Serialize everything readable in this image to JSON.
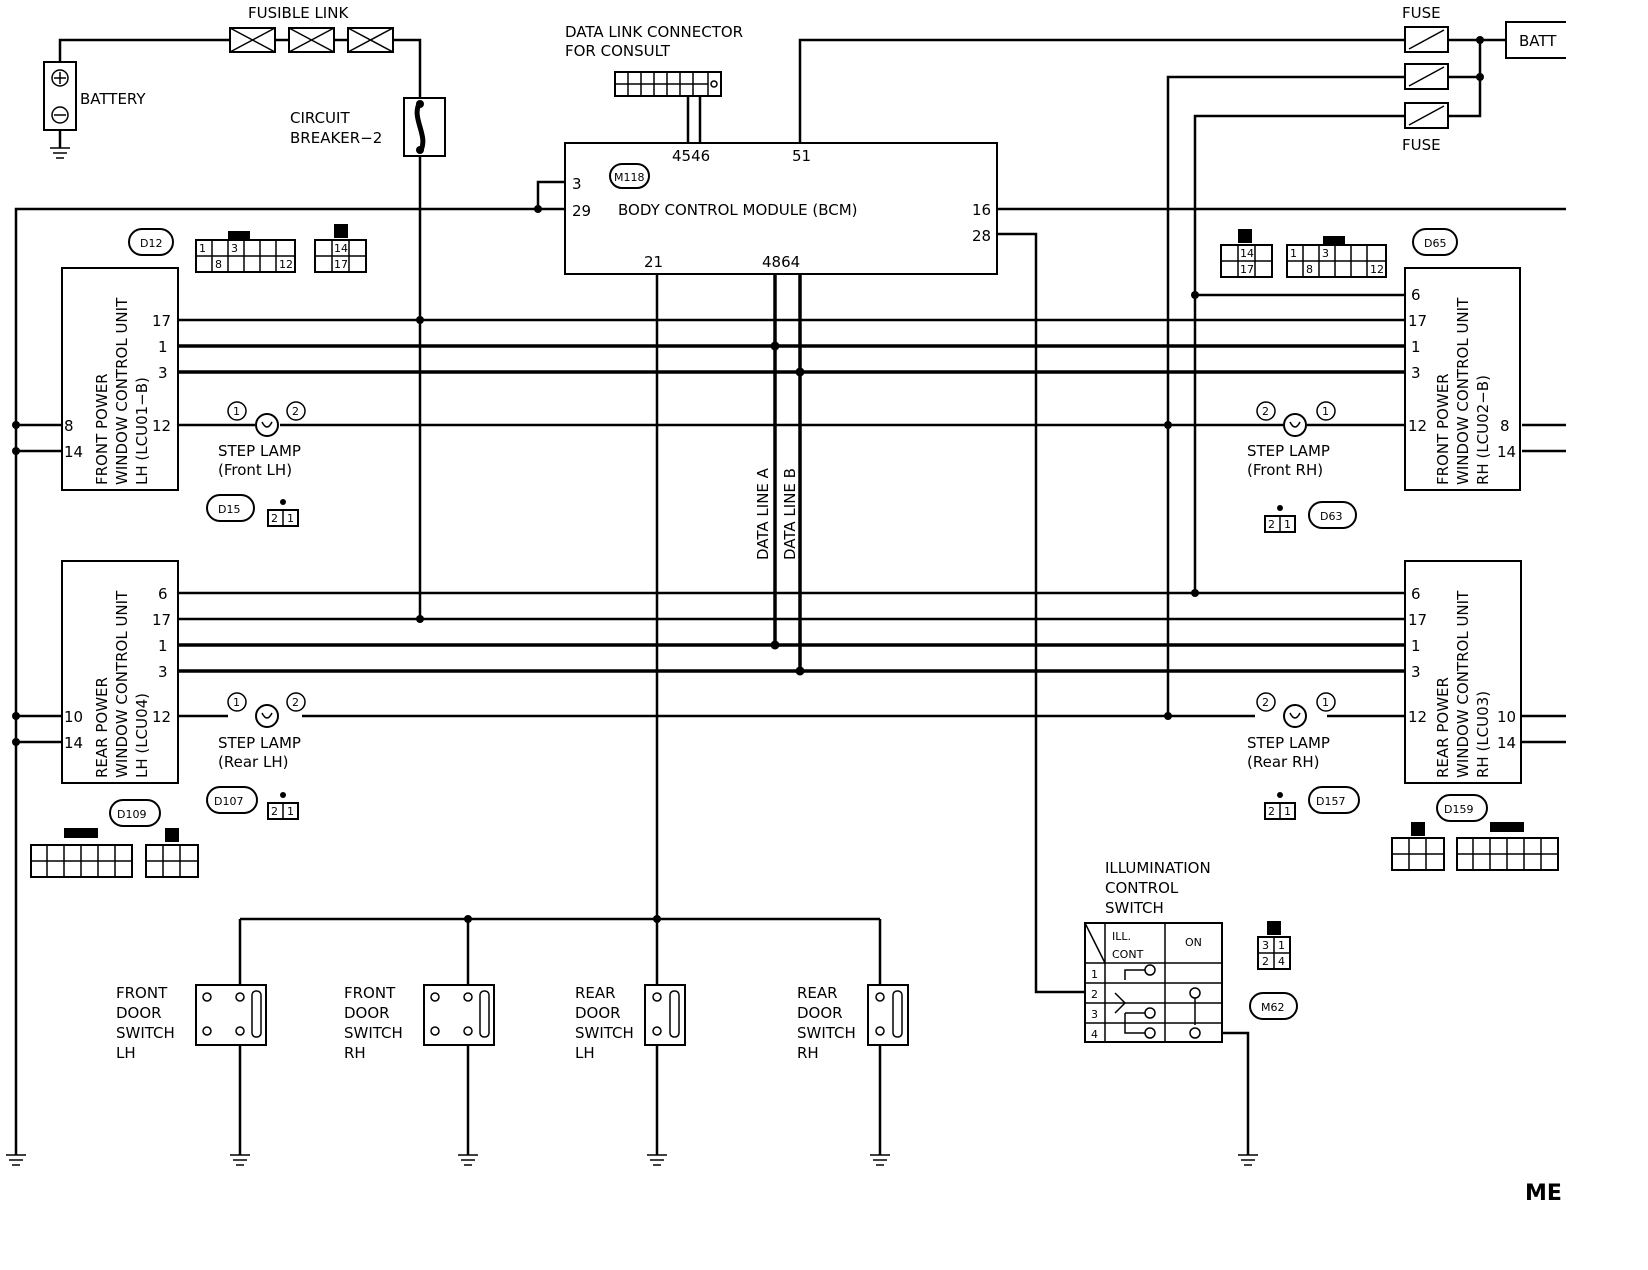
{
  "labels": {
    "fusible_link": "FUSIBLE LINK",
    "battery": "BATTERY",
    "circuit_breaker_1": "CIRCUIT",
    "circuit_breaker_2": "BREAKER−2",
    "dlc_1": "DATA LINK CONNECTOR",
    "dlc_2": "FOR CONSULT",
    "fuse_top": "FUSE",
    "fuse_bottom": "FUSE",
    "batt": "BATT",
    "bcm": "BODY CONTROL MODULE (BCM)",
    "data_line_a": "DATA LINE A",
    "data_line_b": "DATA LINE B",
    "step_lamp": "STEP LAMP",
    "front_lh": "(Front LH)",
    "front_rh": "(Front RH)",
    "rear_lh": "(Rear LH)",
    "rear_rh": "(Rear RH)",
    "illum_1": "ILLUMINATION",
    "illum_2": "CONTROL",
    "illum_3": "SWITCH",
    "ill_cont_1": "ILL.",
    "ill_cont_2": "CONT",
    "on": "ON",
    "corner": "ME"
  },
  "bcm_pins": {
    "p3": "3",
    "p29": "29",
    "p4546": "4546",
    "p51": "51",
    "p16": "16",
    "p28": "28",
    "p21": "21",
    "p4864": "4864"
  },
  "units": {
    "front_lh": [
      "FRONT POWER",
      "WINDOW CONTROL UNIT",
      "LH (LCU01−B)"
    ],
    "front_rh": [
      "FRONT POWER",
      "WINDOW CONTROL UNIT",
      "RH (LCU02−B)"
    ],
    "rear_lh": [
      "REAR POWER",
      "WINDOW CONTROL UNIT",
      "LH (LCU04)"
    ],
    "rear_rh": [
      "REAR POWER",
      "WINDOW CONTROL UNIT",
      "RH (LCU03)"
    ]
  },
  "pins": {
    "flh": [
      "17",
      "1",
      "3",
      "12",
      "8",
      "14"
    ],
    "frh": [
      "6",
      "17",
      "1",
      "3",
      "12",
      "8",
      "14"
    ],
    "rlh": [
      "6",
      "17",
      "1",
      "3",
      "12",
      "10",
      "14"
    ],
    "rrh": [
      "6",
      "17",
      "1",
      "3",
      "12",
      "10",
      "14"
    ]
  },
  "connectors": {
    "m118": "M118",
    "d12": "D12",
    "d65": "D65",
    "d15": "D15",
    "d63": "D63",
    "d107": "D107",
    "d157": "D157",
    "d109": "D109",
    "d159": "D159",
    "m62": "M62"
  },
  "door_switches": {
    "front_lh": [
      "FRONT",
      "DOOR",
      "SWITCH",
      "LH"
    ],
    "front_rh": [
      "FRONT",
      "DOOR",
      "SWITCH",
      "RH"
    ],
    "rear_lh": [
      "REAR",
      "DOOR",
      "SWITCH",
      "LH"
    ],
    "rear_rh": [
      "REAR",
      "DOOR",
      "SWITCH",
      "RH"
    ]
  },
  "lamp_terminals": {
    "t1": "1",
    "t2": "2"
  },
  "ill_switch_rows": [
    "1",
    "2",
    "3",
    "4"
  ],
  "connector_faces": {
    "d12_big": [
      "1",
      "3",
      "8",
      "12"
    ],
    "d12_small": [
      "14",
      "17"
    ],
    "d15_face": [
      "2",
      "1"
    ],
    "m62_face": [
      "3",
      "1",
      "2",
      "4"
    ]
  }
}
